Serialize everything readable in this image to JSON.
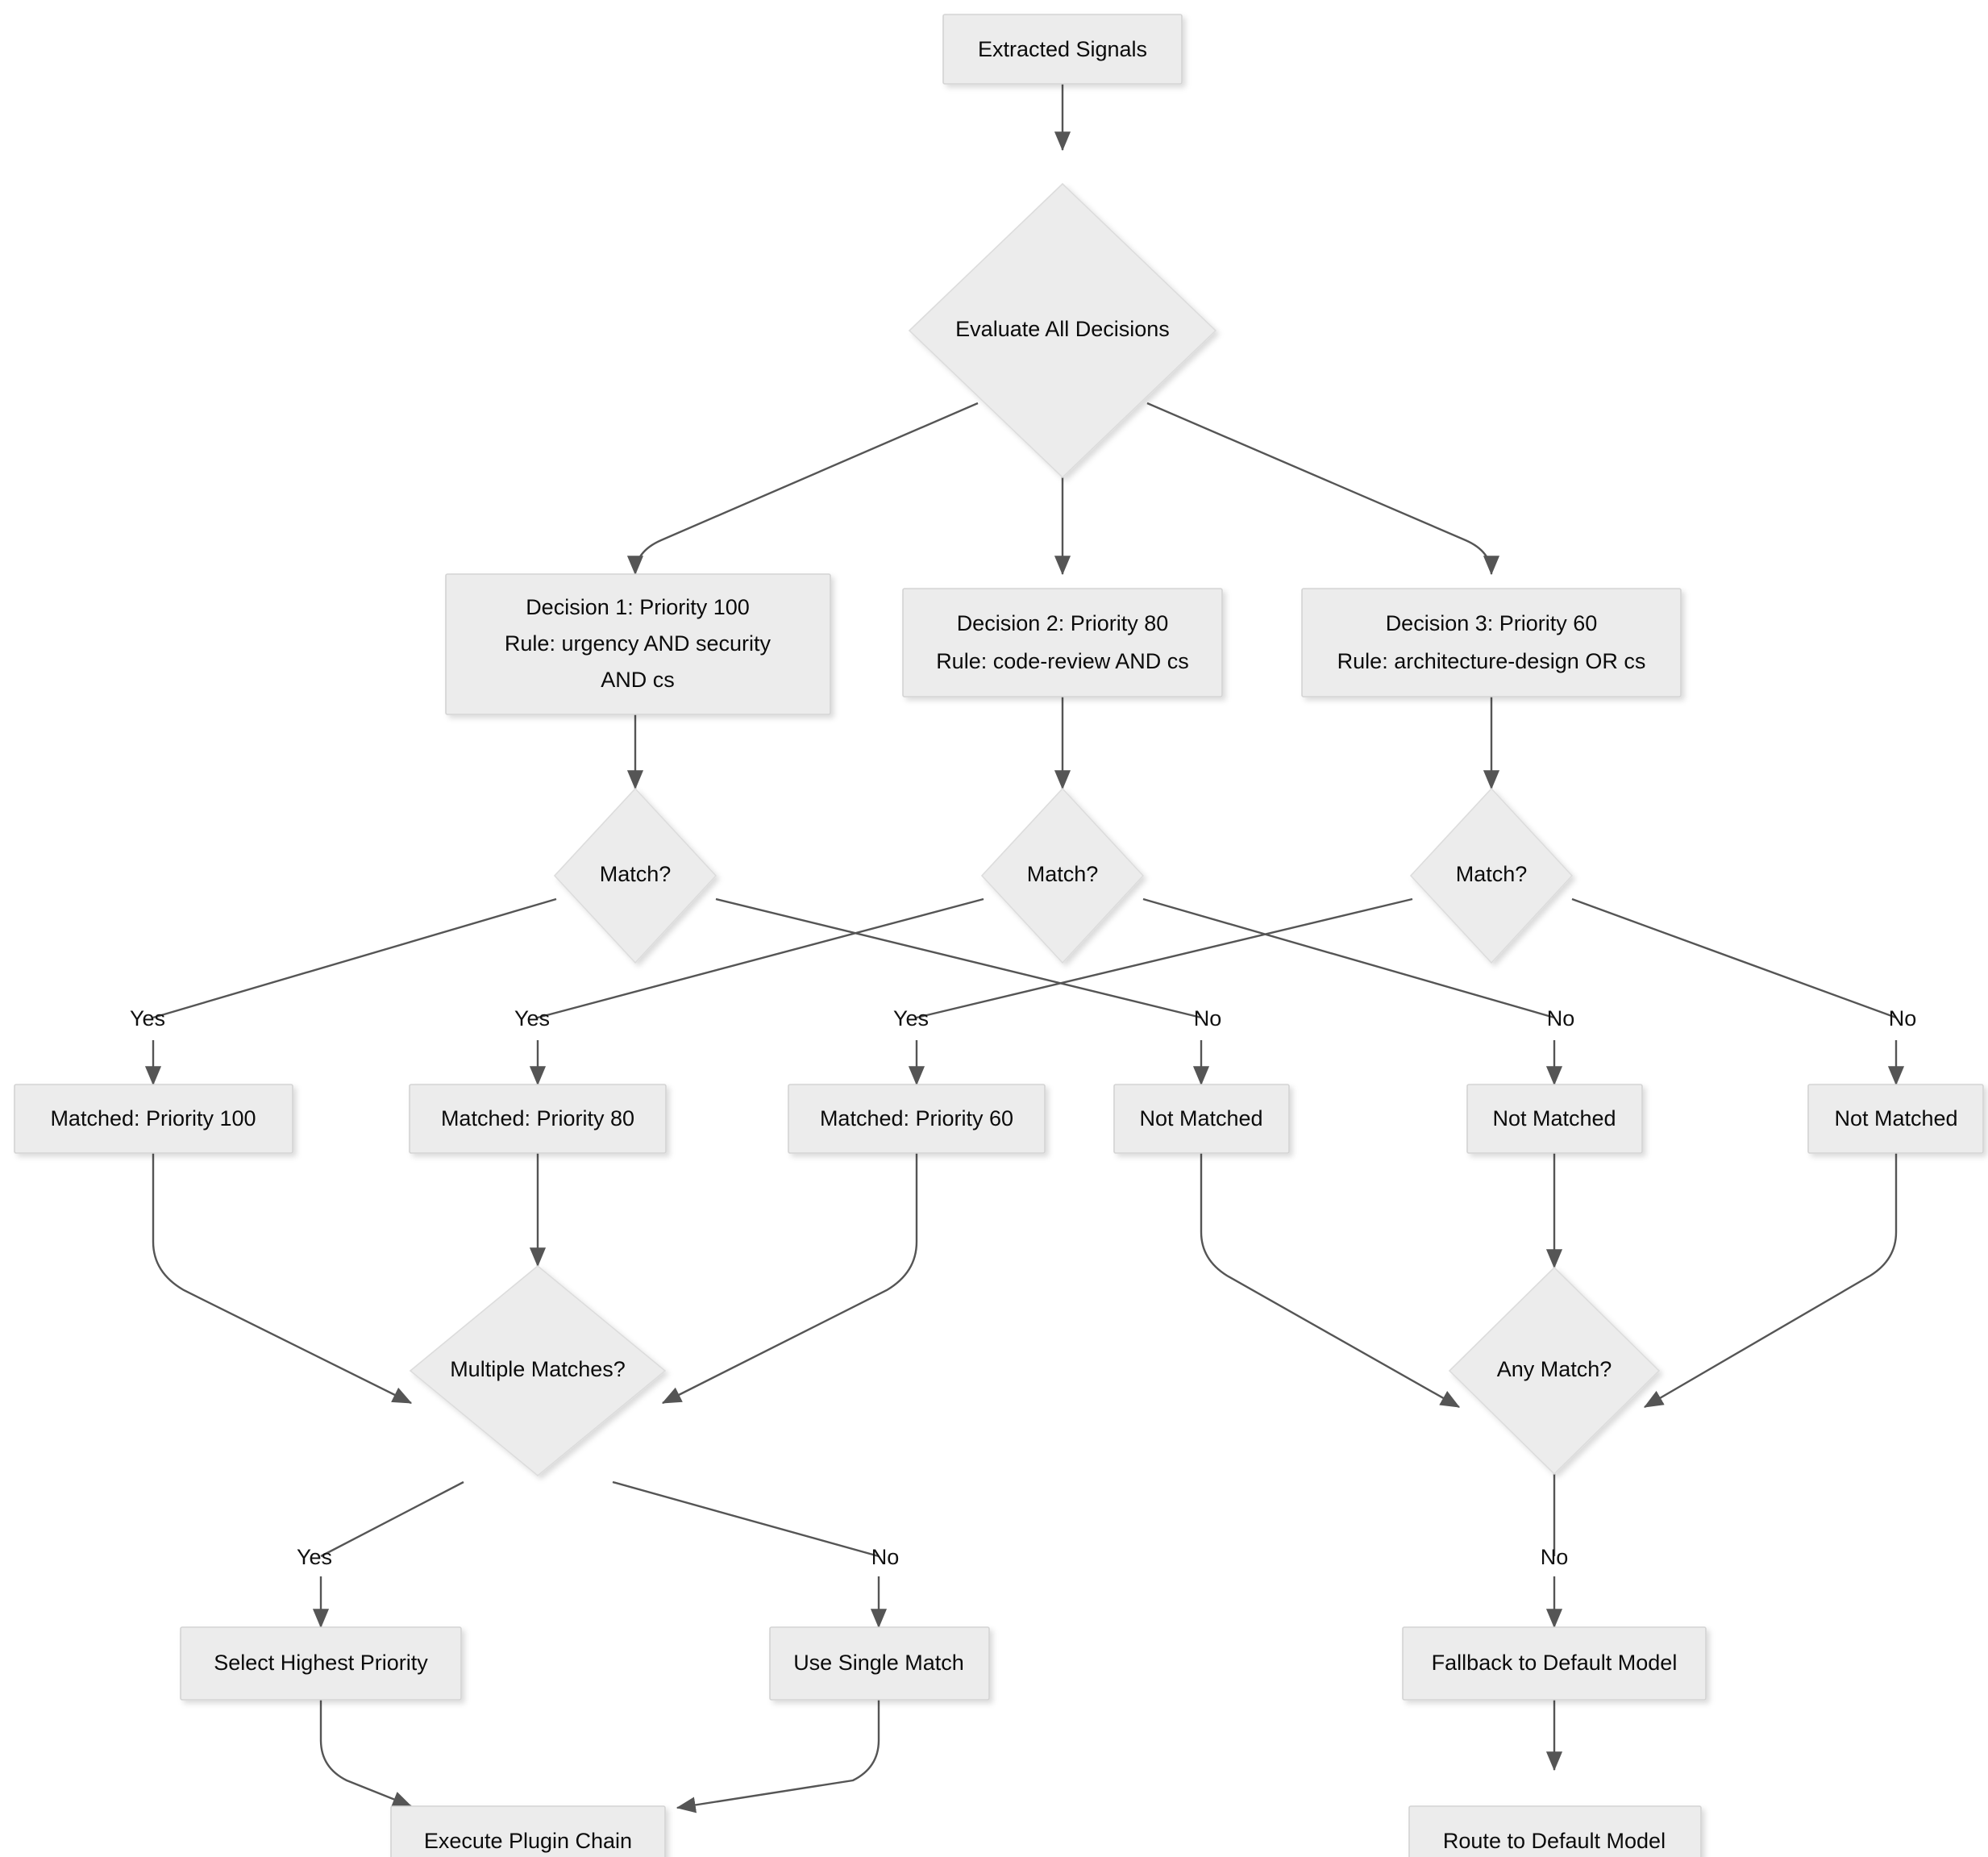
{
  "diagram": {
    "type": "flowchart",
    "direction": "top-down",
    "theme": {
      "node_fill": "#ececec",
      "node_stroke": "#d3d3d3",
      "edge_stroke": "#555555",
      "text_color": "#0b0b0b",
      "background": "#ffffff"
    },
    "nodes": {
      "extracted_signals": {
        "label": "Extracted Signals",
        "shape": "rect"
      },
      "evaluate_all": {
        "label": "Evaluate All Decisions",
        "shape": "diamond"
      },
      "decision1_line1": {
        "label": "Decision 1: Priority 100"
      },
      "decision1_line2": {
        "label": "Rule: urgency AND security"
      },
      "decision1_line3": {
        "label": "AND cs"
      },
      "decision2_line1": {
        "label": "Decision 2: Priority 80"
      },
      "decision2_line2": {
        "label": "Rule: code-review AND cs"
      },
      "decision3_line1": {
        "label": "Decision 3: Priority 60"
      },
      "decision3_line2": {
        "label": "Rule: architecture-design OR cs"
      },
      "match1": {
        "label": "Match?",
        "shape": "diamond"
      },
      "match2": {
        "label": "Match?",
        "shape": "diamond"
      },
      "match3": {
        "label": "Match?",
        "shape": "diamond"
      },
      "matched_100": {
        "label": "Matched: Priority 100",
        "shape": "rect"
      },
      "matched_80": {
        "label": "Matched: Priority 80",
        "shape": "rect"
      },
      "matched_60": {
        "label": "Matched: Priority 60",
        "shape": "rect"
      },
      "not_matched_1": {
        "label": "Not Matched",
        "shape": "rect"
      },
      "not_matched_2": {
        "label": "Not Matched",
        "shape": "rect"
      },
      "not_matched_3": {
        "label": "Not Matched",
        "shape": "rect"
      },
      "multiple_matches": {
        "label": "Multiple Matches?",
        "shape": "diamond"
      },
      "any_match": {
        "label": "Any Match?",
        "shape": "diamond"
      },
      "select_highest": {
        "label": "Select Highest Priority",
        "shape": "rect"
      },
      "use_single": {
        "label": "Use Single Match",
        "shape": "rect"
      },
      "fallback_default": {
        "label": "Fallback to Default Model",
        "shape": "rect"
      },
      "execute_plugin": {
        "label": "Execute Plugin Chain",
        "shape": "rect"
      },
      "route_default": {
        "label": "Route to Default Model",
        "shape": "rect"
      }
    },
    "edge_labels": {
      "match1_yes": "Yes",
      "match2_yes": "Yes",
      "match3_yes": "Yes",
      "match1_no": "No",
      "match2_no": "No",
      "match3_no": "No",
      "multiple_yes": "Yes",
      "multiple_no": "No",
      "any_no": "No"
    }
  }
}
